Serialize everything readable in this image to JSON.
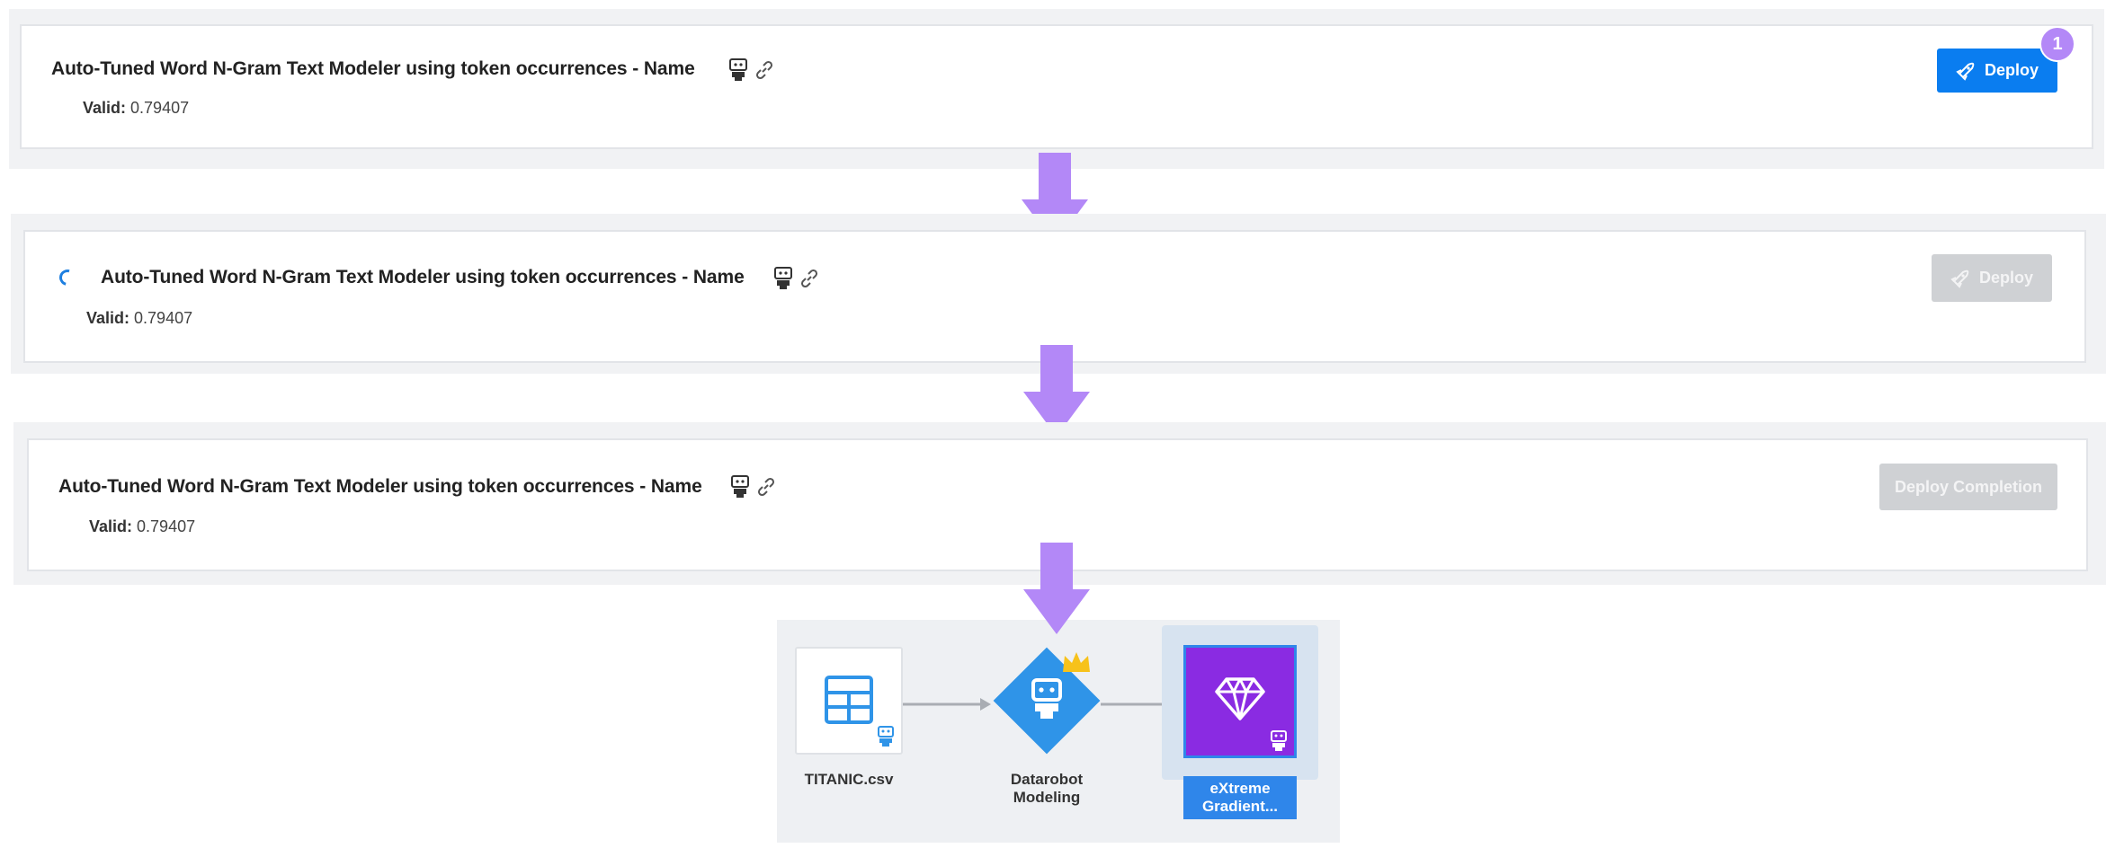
{
  "rows": [
    {
      "title": "Auto-Tuned Word N-Gram Text Modeler using token occurrences - Name",
      "valid_label": "Valid:",
      "valid_value": "0.79407",
      "button_label": "Deploy",
      "button_state": "enabled",
      "badge": "1"
    },
    {
      "title": "Auto-Tuned Word N-Gram Text Modeler using token occurrences - Name",
      "valid_label": "Valid:",
      "valid_value": "0.79407",
      "button_label": "Deploy",
      "button_state": "disabled",
      "loading": true
    },
    {
      "title": "Auto-Tuned Word N-Gram Text Modeler using token occurrences - Name",
      "valid_label": "Valid:",
      "valid_value": "0.79407",
      "button_label": "Deploy Completion",
      "button_state": "disabled"
    }
  ],
  "flow": {
    "nodes": [
      {
        "label": "TITANIC.csv",
        "icon": "table-icon"
      },
      {
        "label": "Datarobot\nModeling",
        "icon": "robot-icon",
        "crown": "crown-icon"
      },
      {
        "label": "eXtreme\nGradient...",
        "icon": "diamond-gem-icon",
        "selected": true
      }
    ]
  },
  "colors": {
    "primary": "#0a7df0",
    "disabled": "#cfd1d4",
    "arrow": "#b388f7",
    "node_blue": "#2f94e8",
    "node_purple": "#8a2be2",
    "badge": "#b388f7"
  }
}
